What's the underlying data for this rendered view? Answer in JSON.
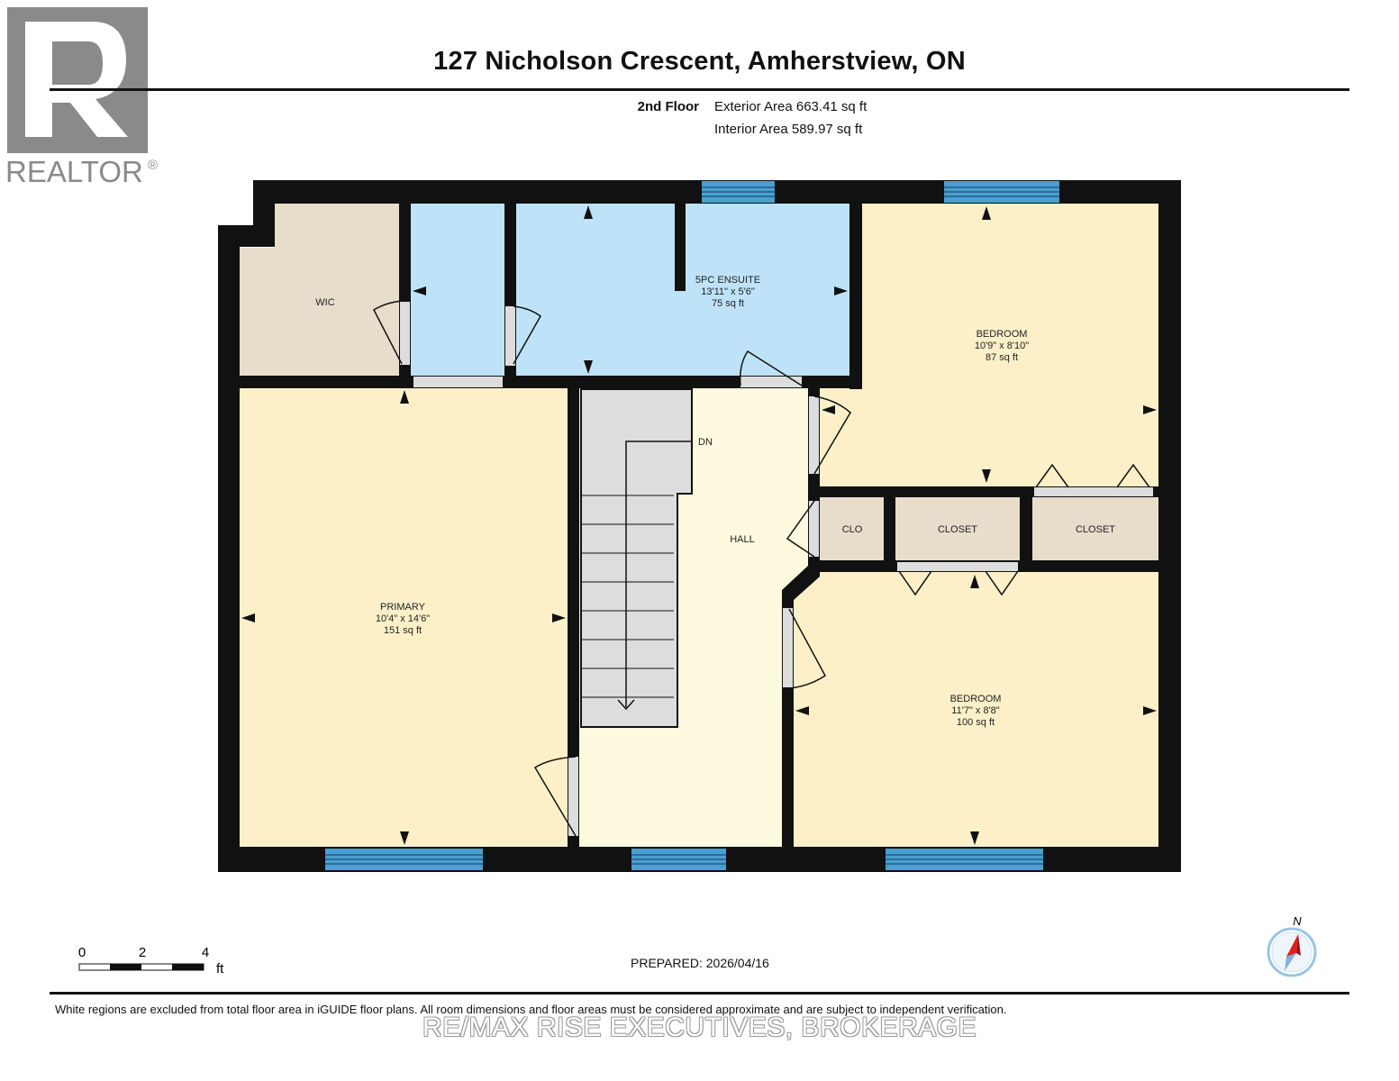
{
  "header": {
    "title": "127 Nicholson Crescent, Amherstview, ON",
    "floor_label": "2nd Floor",
    "exterior_area": "Exterior Area 663.41 sq ft",
    "interior_area": "Interior Area 589.97 sq ft"
  },
  "logo": {
    "text": "REALTOR",
    "mark": "®"
  },
  "rooms": {
    "wic": {
      "name": "WIC"
    },
    "ensuite": {
      "name": "5PC ENSUITE",
      "dims": "13'11\" x 5'6\"",
      "area": "75 sq ft"
    },
    "bedroom_top": {
      "name": "BEDROOM",
      "dims": "10'9\" x 8'10\"",
      "area": "87 sq ft"
    },
    "primary": {
      "name": "PRIMARY",
      "dims": "10'4\" x 14'6\"",
      "area": "151 sq ft"
    },
    "hall": {
      "name": "HALL"
    },
    "stairs": {
      "label": "DN"
    },
    "clo": {
      "name": "CLO"
    },
    "closet_1": {
      "name": "CLOSET"
    },
    "closet_2": {
      "name": "CLOSET"
    },
    "bedroom_bottom": {
      "name": "BEDROOM",
      "dims": "11'7\" x 8'8\"",
      "area": "100 sq ft"
    }
  },
  "scale": {
    "labels": [
      "0",
      "2",
      "4"
    ],
    "unit": "ft"
  },
  "compass": {
    "label": "N"
  },
  "footer": {
    "prepared": "PREPARED: 2026/04/16",
    "disclaimer": "White regions are excluded from total floor area in iGUIDE floor plans. All room dimensions and floor areas must be considered approximate and are subject to independent verification.",
    "watermark": "RE/MAX RISE EXECUTIVES, BROKERAGE"
  },
  "colors": {
    "wall": "#111111",
    "bedroom_fill": "#fdf0c8",
    "hall_fill": "#fefadf",
    "bath_fill": "#bee3f8",
    "closet_fill": "#e8dccb",
    "stair_fill": "#dddddd",
    "window": "#4a9fd0",
    "logo_gray": "#8a8a8a"
  }
}
